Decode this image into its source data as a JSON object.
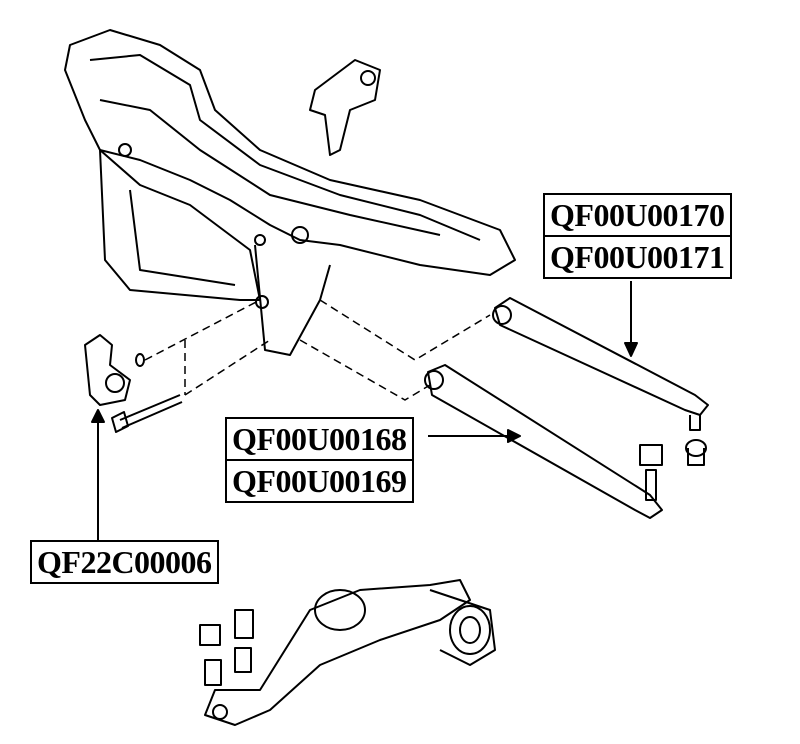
{
  "colors": {
    "line": "#000000",
    "background": "#ffffff"
  },
  "labels": {
    "upper_arm": [
      "QF00U00170",
      "QF00U00171"
    ],
    "lower_arm": [
      "QF00U00168",
      "QF00U00169"
    ],
    "bracket": [
      "QF22C00006"
    ]
  }
}
